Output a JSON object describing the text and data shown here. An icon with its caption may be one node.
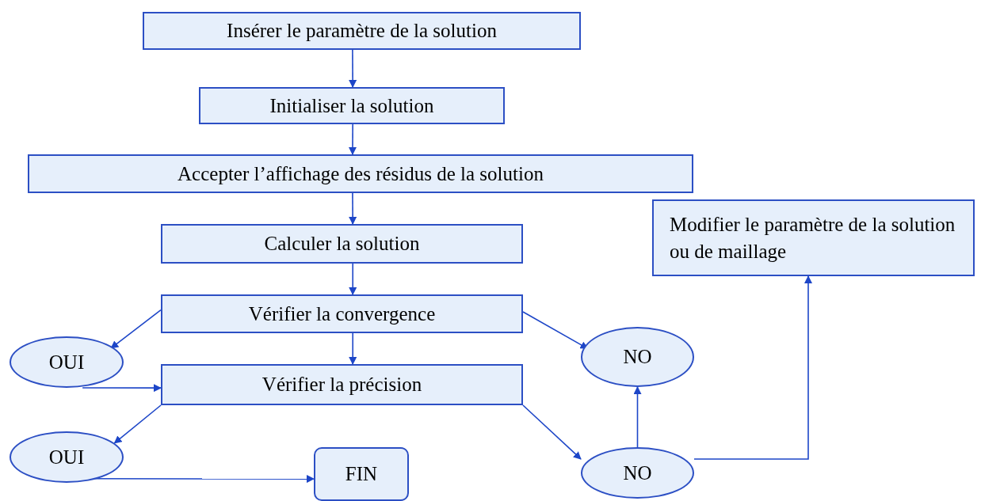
{
  "diagram": {
    "nodes": [
      {
        "text": [
          "Insérer le paramètre de la solution"
        ]
      },
      {
        "text": [
          "Initialiser la solution"
        ]
      },
      {
        "text": [
          "Accepter l’affichage des résidus de la solution"
        ]
      },
      {
        "text": [
          "Calculer la solution"
        ]
      },
      {
        "text": [
          "Modifier le paramètre de la solution ou de maillage"
        ]
      },
      {
        "text": [
          "Vérifier la convergence"
        ]
      },
      {
        "text": [
          "OUI"
        ]
      },
      {
        "text": [
          "NO"
        ]
      },
      {
        "text": [
          "Vérifier la précision"
        ]
      },
      {
        "text": [
          "OUI"
        ]
      },
      {
        "text": [
          "FIN"
        ]
      },
      {
        "text": [
          "NO"
        ]
      }
    ],
    "edges": [
      {
        "from": 0,
        "to": 1,
        "arrow": "to"
      },
      {
        "from": 1,
        "to": 2,
        "arrow": "to"
      },
      {
        "from": 2,
        "to": 3,
        "arrow": "to"
      },
      {
        "from": 3,
        "to": 5,
        "arrow": "to"
      },
      {
        "from": 5,
        "to": 6,
        "arrow": "to"
      },
      {
        "from": 5,
        "to": 7,
        "arrow": "to"
      },
      {
        "from": 5,
        "to": 8,
        "arrow": "to"
      },
      {
        "from": 6,
        "to": 8,
        "arrow": "to"
      },
      {
        "from": 8,
        "to": 9,
        "arrow": "to"
      },
      {
        "from": 8,
        "to": 11,
        "arrow": "to"
      },
      {
        "from": 9,
        "to": 10,
        "arrow": "to"
      },
      {
        "from": 11,
        "to": 7,
        "arrow": "to"
      },
      {
        "from": 11,
        "to": 4,
        "arrow": "to"
      }
    ]
  }
}
